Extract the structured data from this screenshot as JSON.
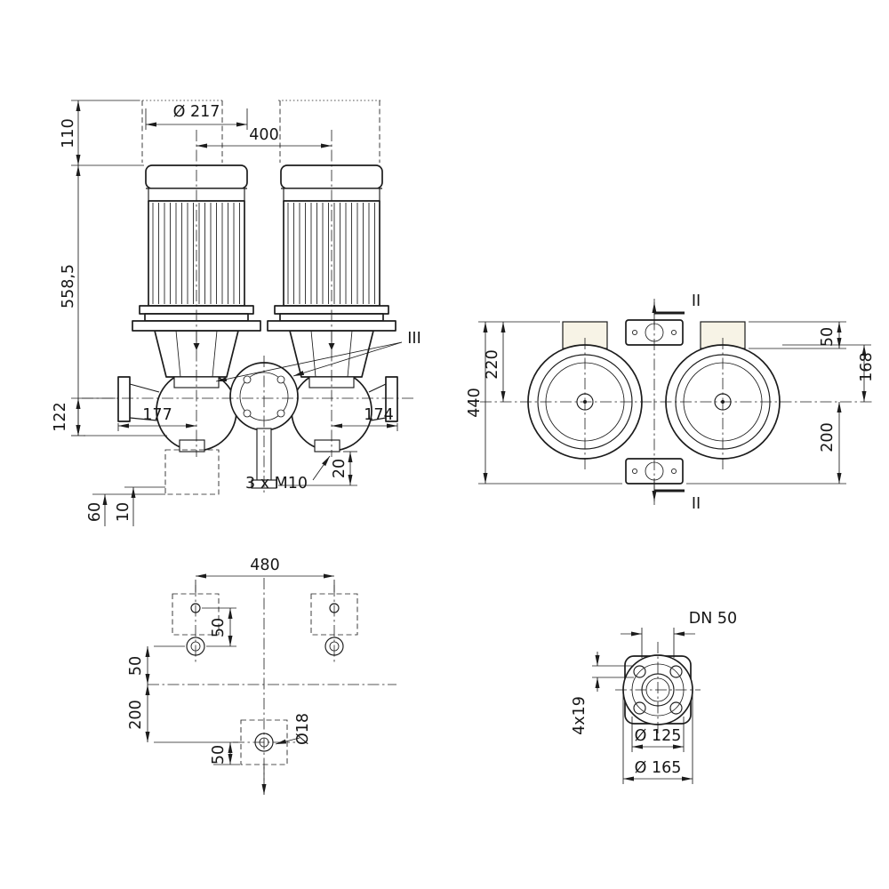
{
  "front_view": {
    "dims": {
      "motor_diameter": "Ø 217",
      "port_spacing": "400",
      "height_top": "110",
      "height_total": "558,5",
      "height_base": "122",
      "offset_left": "177",
      "offset_right": "174",
      "foot_slot": "20",
      "foundation_depth": "60",
      "grout_thickness": "10"
    },
    "labels": {
      "seal_ref": "III",
      "tappings": "3 x M10"
    }
  },
  "top_view": {
    "dims": {
      "overall_depth": "440",
      "axis_to_edge": "220",
      "pad_height": "50",
      "flange_to_axis": "168",
      "axis_to_port": "200"
    },
    "labels": {
      "section_top": "II",
      "section_bottom": "II"
    }
  },
  "foundation_view": {
    "dims": {
      "bolt_span": "480",
      "hole_pitch": "50",
      "axis_offset": "50",
      "row_offset": "200",
      "lower_pitch": "50"
    },
    "labels": {
      "hole_diameter": "Ø18"
    }
  },
  "flange_view": {
    "labels": {
      "nominal_diameter": "DN 50",
      "bolt_holes": "4x19"
    },
    "dims": {
      "bolt_circle": "Ø 125",
      "outer_diameter": "Ø 165"
    }
  }
}
